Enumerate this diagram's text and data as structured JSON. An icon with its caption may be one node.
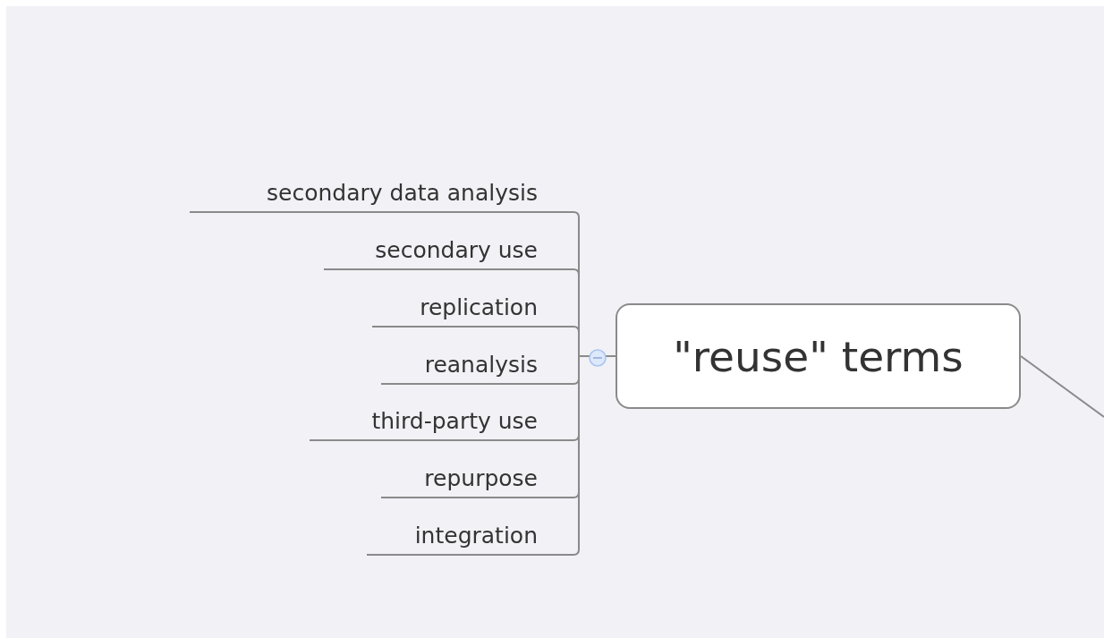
{
  "diagram": {
    "nodes": [
      {
        "text": [
          "\"reuse\" terms"
        ]
      },
      {
        "text": [
          "secondary data analysis"
        ]
      },
      {
        "text": [
          "secondary use"
        ]
      },
      {
        "text": [
          "replication"
        ]
      },
      {
        "text": [
          "reanalysis"
        ]
      },
      {
        "text": [
          "third-party use"
        ]
      },
      {
        "text": [
          "repurpose"
        ]
      },
      {
        "text": [
          "integration"
        ]
      }
    ],
    "edges": [
      {
        "from": 0,
        "to": 1,
        "arrow": "none"
      },
      {
        "from": 0,
        "to": 2,
        "arrow": "none"
      },
      {
        "from": 0,
        "to": 3,
        "arrow": "none"
      },
      {
        "from": 0,
        "to": 4,
        "arrow": "none"
      },
      {
        "from": 0,
        "to": 5,
        "arrow": "none"
      },
      {
        "from": 0,
        "to": 6,
        "arrow": "none"
      },
      {
        "from": 0,
        "to": 7,
        "arrow": "none"
      },
      {
        "from": 0,
        "to": null,
        "arrow": "none"
      }
    ]
  }
}
